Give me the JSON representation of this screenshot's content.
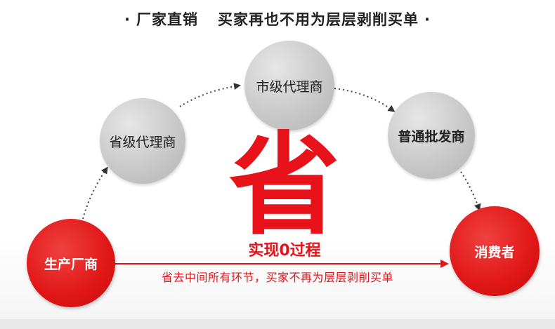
{
  "header": {
    "bullet": "·",
    "left_text": "厂家直销",
    "right_text": "买家再也不用为层层剥削买单"
  },
  "nodes": {
    "producer": "生产厂商",
    "provincial_agent": "省级代理商",
    "city_agent": "市级代理商",
    "wholesaler": "普通批发商",
    "consumer": "消费者"
  },
  "center": {
    "big_char": "省",
    "subtitle": "实现0过程",
    "caption": "省去中间所有环节，买家不再为层层剥削买单"
  },
  "colors": {
    "accent_red": "#e8121a",
    "node_gray": "#c9c9c9",
    "text_dark": "#222222"
  }
}
